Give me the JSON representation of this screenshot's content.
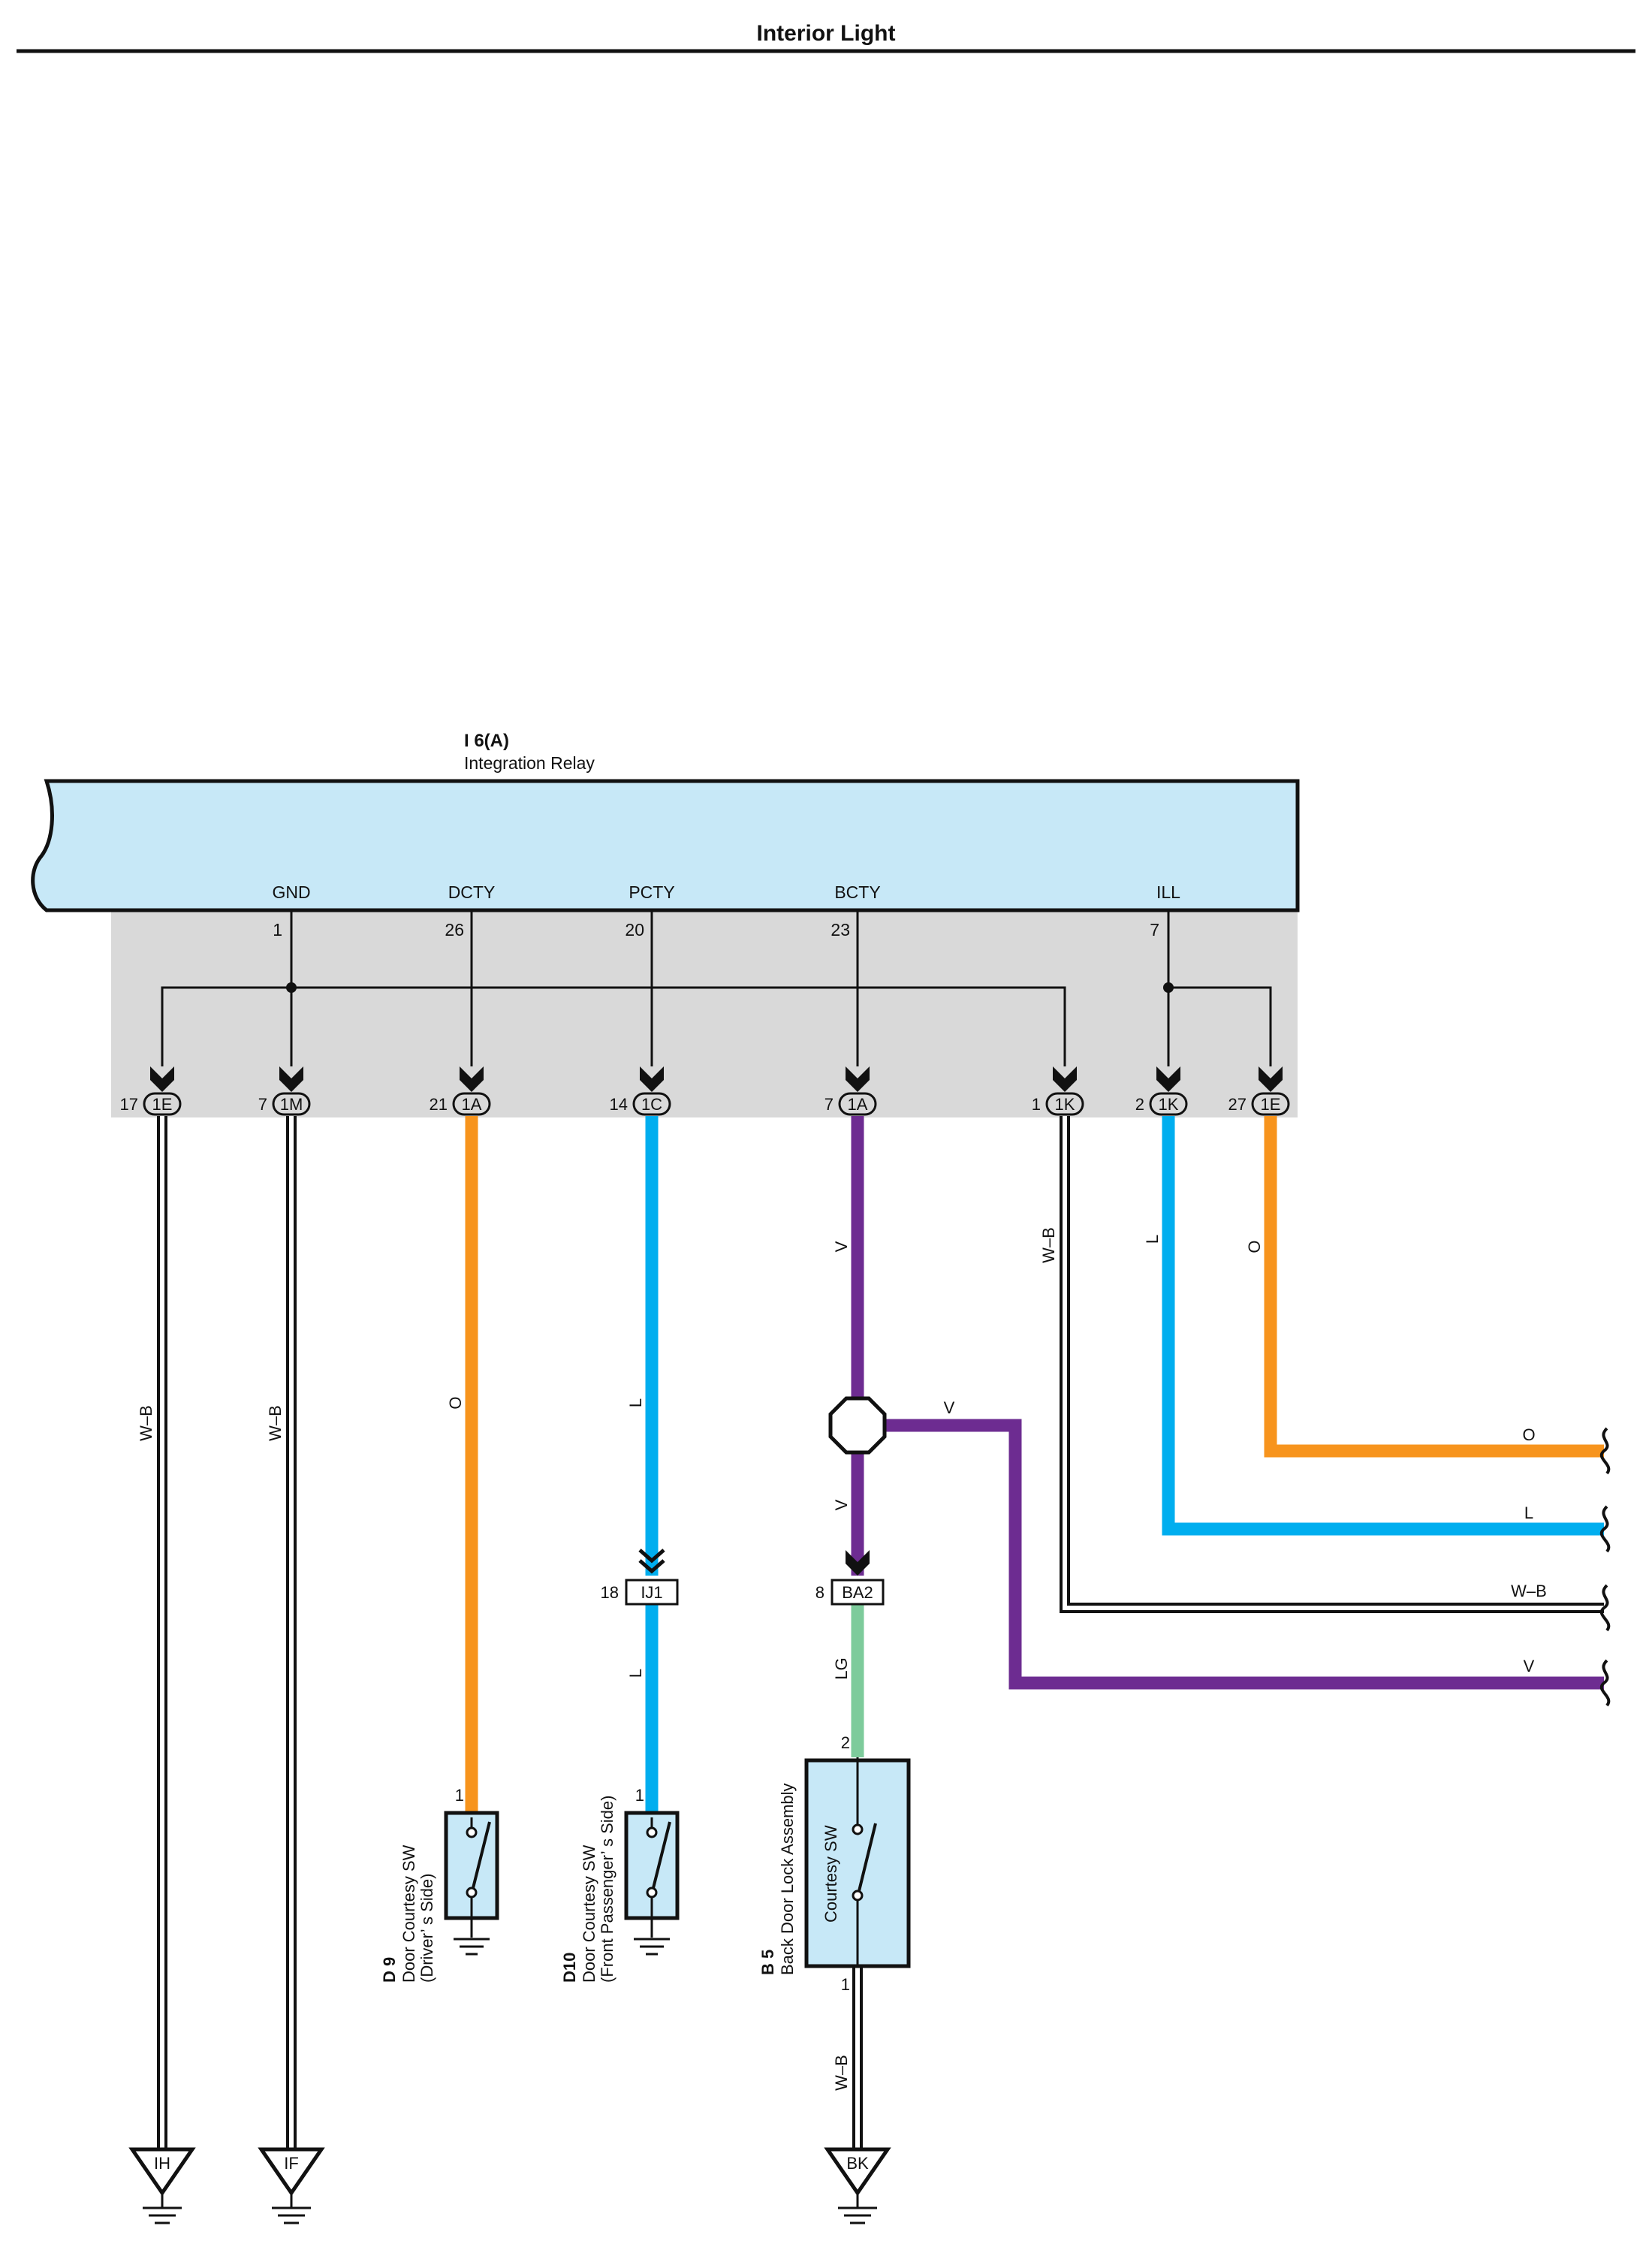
{
  "title": "Interior Light",
  "relay": {
    "code": "I 6(A)",
    "name": "Integration Relay",
    "terminals": [
      {
        "label": "GND",
        "pin": "1"
      },
      {
        "label": "DCTY",
        "pin": "26"
      },
      {
        "label": "PCTY",
        "pin": "20"
      },
      {
        "label": "BCTY",
        "pin": "23"
      },
      {
        "label": "ILL",
        "pin": "7"
      }
    ]
  },
  "connectors": [
    {
      "pin": "17",
      "code": "1E"
    },
    {
      "pin": "7",
      "code": "1M"
    },
    {
      "pin": "21",
      "code": "1A"
    },
    {
      "pin": "14",
      "code": "1C"
    },
    {
      "pin": "7",
      "code": "1A"
    },
    {
      "pin": "1",
      "code": "1K"
    },
    {
      "pin": "2",
      "code": "1K"
    },
    {
      "pin": "27",
      "code": "1E"
    }
  ],
  "wire_colors": {
    "W-B": "#ffffff",
    "O": "#f7941d",
    "L": "#00aeef",
    "V": "#6d2c91",
    "LG": "#7dcb9b"
  },
  "wire_labels": {
    "wb1": "W–B",
    "wb2": "W–B",
    "o1": "O",
    "l1": "L",
    "l2": "L",
    "v1": "V",
    "v2": "V",
    "v3": "V",
    "lg": "LG",
    "wb3": "W–B",
    "wb4": "W–B",
    "l3": "L",
    "o2": "O",
    "out_o": "O",
    "out_l": "L",
    "out_wb": "W–B",
    "out_v": "V"
  },
  "junctions": [
    {
      "pin": "18",
      "code": "IJ1"
    },
    {
      "pin": "8",
      "code": "BA2"
    }
  ],
  "switches": {
    "d9": {
      "code": "D 9",
      "line1": "Door Courtesy SW",
      "line2": "(Driver’ s Side)",
      "pin": "1"
    },
    "d10": {
      "code": "D10",
      "line1": "Door Courtesy SW",
      "line2": "(Front Passenger’ s Side)",
      "pin": "1"
    },
    "b5": {
      "code": "B 5",
      "line1": "Back Door Lock Assembly",
      "inner": "Courtesy SW",
      "pin_top": "2",
      "pin_bottom": "1"
    }
  },
  "grounds": [
    "IH",
    "IF",
    "BK"
  ]
}
